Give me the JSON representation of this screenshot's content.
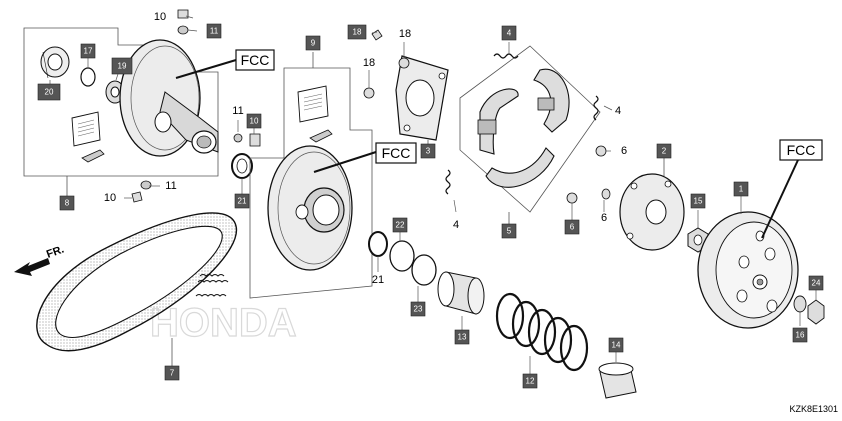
{
  "callouts": {
    "fcc_label": "FCC",
    "direction_label": "FR.",
    "watermark": "HONDA",
    "diagram_code": "KZK8E1301"
  },
  "part_numbers": {
    "n1": "1",
    "n2": "2",
    "n3": "3",
    "n4": "4",
    "n5": "5",
    "n6": "6",
    "n7": "7",
    "n8": "8",
    "n9": "9",
    "n10": "10",
    "n11": "11",
    "n12": "12",
    "n13": "13",
    "n14": "14",
    "n15": "15",
    "n16": "16",
    "n17": "17",
    "n18": "18",
    "n19": "19",
    "n20": "20",
    "n21": "21",
    "n22": "22",
    "n23": "23",
    "n24": "24"
  }
}
